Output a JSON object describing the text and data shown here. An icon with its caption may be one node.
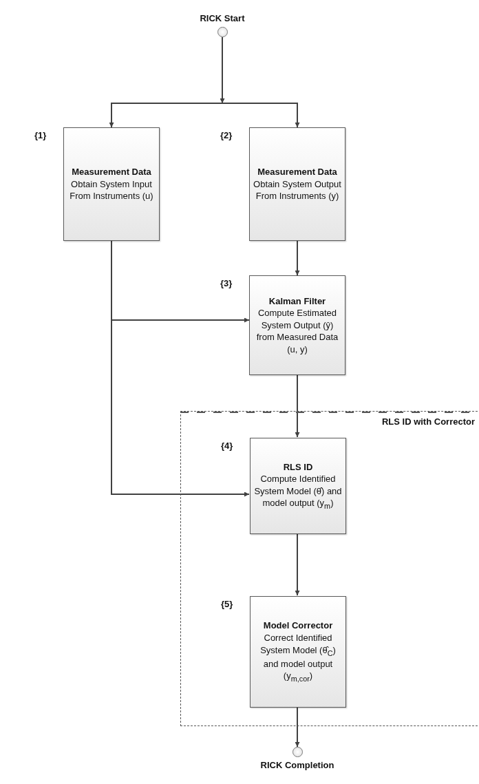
{
  "diagram": {
    "nodes": [
      {
        "text": [
          "RICK Start"
        ]
      },
      {
        "text": [
          "Measurement Data",
          "Obtain System Input From Instruments (u)"
        ],
        "beside": [
          "{1}"
        ]
      },
      {
        "text": [
          "Measurement Data",
          "Obtain System Output From Instruments (y)"
        ],
        "beside": [
          "{2}"
        ]
      },
      {
        "text": [
          "Kalman Filter",
          "Compute Estimated System Output (ŷ) from Measured Data (u, y)"
        ],
        "beside": [
          "{3}"
        ]
      },
      {
        "text": [
          "RLS ID with Corrector"
        ]
      },
      {
        "text": [
          "RLS ID",
          "Compute Identified System Model (θ̂) and model output (y$_{m}$)"
        ],
        "beside": [
          "{4}"
        ],
        "in": 4
      },
      {
        "text": [
          "Model Corrector",
          "Correct Identified System Model (θ̂$_{C}$) and model output (y$_{m,cor}$)"
        ],
        "beside": [
          "{5}"
        ],
        "in": 4
      },
      {
        "text": [
          "RICK Completion"
        ]
      }
    ],
    "edges": [
      {
        "from": 0,
        "to": 1,
        "arrow": "to"
      },
      {
        "from": 0,
        "to": 2,
        "arrow": "to"
      },
      {
        "from": 2,
        "to": 3,
        "arrow": "to"
      },
      {
        "from": 1,
        "to": 3,
        "arrow": "to"
      },
      {
        "from": 1,
        "to": 5,
        "arrow": "to"
      },
      {
        "from": 3,
        "to": 5,
        "arrow": "to"
      },
      {
        "from": 5,
        "to": 6,
        "arrow": "to"
      },
      {
        "from": 6,
        "to": 7,
        "arrow": "to"
      }
    ]
  }
}
